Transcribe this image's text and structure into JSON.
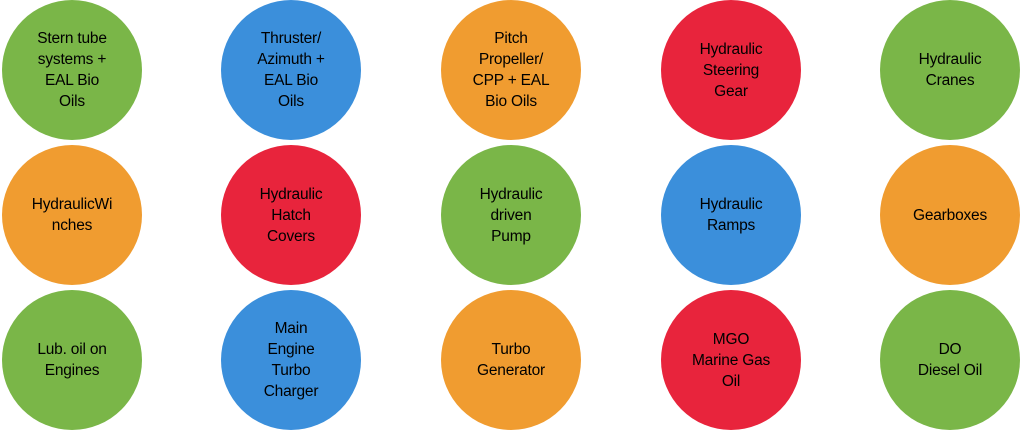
{
  "colors": {
    "green": "#7ab648",
    "blue": "#3b8fdb",
    "orange": "#f09c30",
    "red": "#e8243c"
  },
  "nodes": [
    {
      "label": "Stern tube\nsystems +\nEAL Bio\nOils",
      "color": "green"
    },
    {
      "label": "Thruster/\nAzimuth +\nEAL Bio\nOils",
      "color": "blue"
    },
    {
      "label": "Pitch\nPropeller/\nCPP + EAL\nBio Oils",
      "color": "orange"
    },
    {
      "label": "Hydraulic\nSteering\nGear",
      "color": "red"
    },
    {
      "label": "Hydraulic\nCranes",
      "color": "green"
    },
    {
      "label": "HydraulicWi\nnches",
      "color": "orange"
    },
    {
      "label": "Hydraulic\nHatch\nCovers",
      "color": "red"
    },
    {
      "label": "Hydraulic\ndriven\nPump",
      "color": "green"
    },
    {
      "label": "Hydraulic\nRamps",
      "color": "blue"
    },
    {
      "label": "Gearboxes",
      "color": "orange"
    },
    {
      "label": "Lub. oil on\nEngines",
      "color": "green"
    },
    {
      "label": "Main\nEngine\nTurbo\nCharger",
      "color": "blue"
    },
    {
      "label": "Turbo\nGenerator",
      "color": "orange"
    },
    {
      "label": "MGO\nMarine Gas\nOil",
      "color": "red"
    },
    {
      "label": "DO\nDiesel Oil",
      "color": "green"
    }
  ]
}
